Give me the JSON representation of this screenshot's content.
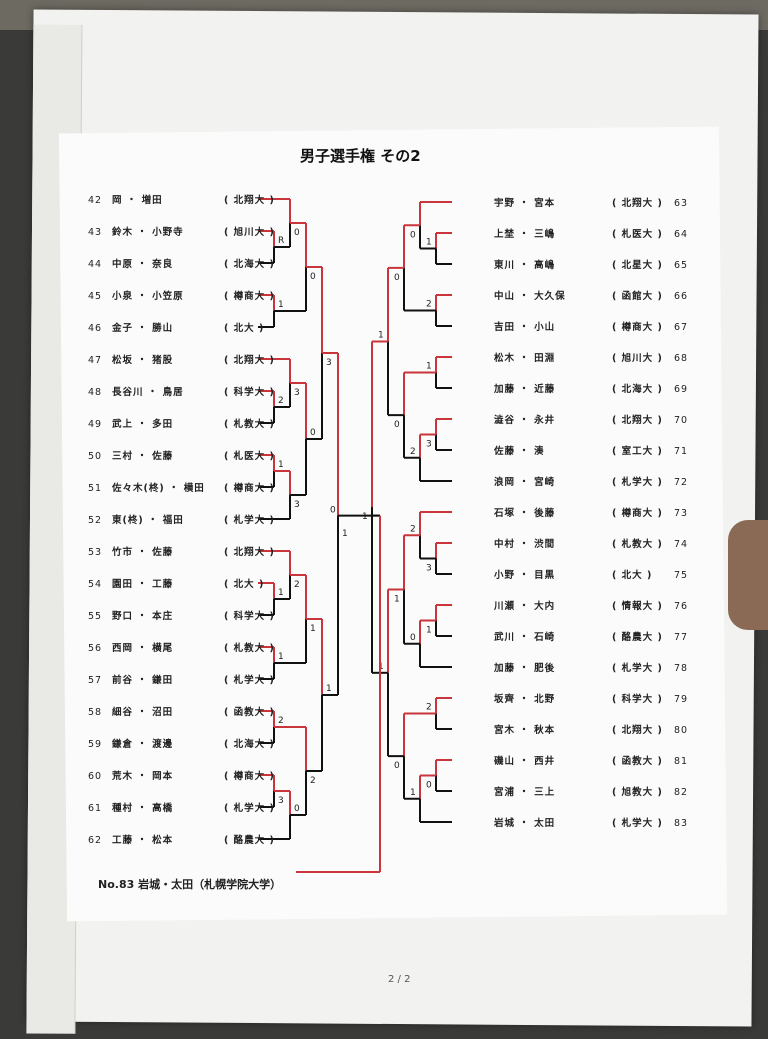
{
  "title": "男子選手権 その2",
  "left": {
    "entries": [
      {
        "no": "42",
        "pair": "岡 ・ 増田",
        "school": "( 北翔大 )"
      },
      {
        "no": "43",
        "pair": "鈴木 ・ 小野寺",
        "school": "( 旭川大 )"
      },
      {
        "no": "44",
        "pair": "中原 ・ 奈良",
        "school": "( 北海大 )"
      },
      {
        "no": "45",
        "pair": "小泉 ・ 小笠原",
        "school": "( 樽商大 )"
      },
      {
        "no": "46",
        "pair": "金子 ・ 勝山",
        "school": "( 北大 )"
      },
      {
        "no": "47",
        "pair": "松坂 ・ 猪股",
        "school": "( 北翔大 )"
      },
      {
        "no": "48",
        "pair": "長谷川 ・ 鳥居",
        "school": "( 科学大 )"
      },
      {
        "no": "49",
        "pair": "武上 ・ 多田",
        "school": "( 札教大 )"
      },
      {
        "no": "50",
        "pair": "三村 ・ 佐藤",
        "school": "( 札医大 )"
      },
      {
        "no": "51",
        "pair": "佐々木(柊) ・ 横田",
        "school": "( 樽商大 )"
      },
      {
        "no": "52",
        "pair": "東(柊) ・ 福田",
        "school": "( 札学大 )"
      },
      {
        "no": "53",
        "pair": "竹市 ・ 佐藤",
        "school": "( 北翔大 )"
      },
      {
        "no": "54",
        "pair": "園田 ・ 工藤",
        "school": "( 北大 )"
      },
      {
        "no": "55",
        "pair": "野口 ・ 本庄",
        "school": "( 科学大 )"
      },
      {
        "no": "56",
        "pair": "西岡 ・ 横尾",
        "school": "( 札教大 )"
      },
      {
        "no": "57",
        "pair": "前谷 ・ 鎌田",
        "school": "( 札学大 )"
      },
      {
        "no": "58",
        "pair": "細谷 ・ 沼田",
        "school": "( 函教大 )"
      },
      {
        "no": "59",
        "pair": "鎌倉 ・ 渡邊",
        "school": "( 北海大 )"
      },
      {
        "no": "60",
        "pair": "荒木 ・ 岡本",
        "school": "( 樽商大 )"
      },
      {
        "no": "61",
        "pair": "種村 ・ 高橋",
        "school": "( 札学大 )"
      },
      {
        "no": "62",
        "pair": "工藤 ・ 松本",
        "school": "( 酪農大 )"
      }
    ],
    "tree": [
      [
        [
          [
            0,
            [
              1,
              2
            ]
          ],
          [
            3,
            4
          ]
        ],
        [
          [
            5,
            [
              6,
              7
            ]
          ],
          [
            [
              8,
              9
            ],
            10
          ]
        ]
      ],
      [
        [
          [
            11,
            [
              12,
              13
            ]
          ],
          [
            14,
            15
          ]
        ],
        [
          [
            16,
            17
          ],
          [
            [
              18,
              19
            ],
            20
          ]
        ]
      ]
    ],
    "scores": [
      "R",
      "0",
      "1",
      "0",
      "2",
      "3",
      "1",
      "3",
      "0",
      "3",
      "1",
      "2",
      "1",
      "1",
      "2",
      "3",
      "0",
      "2",
      "1",
      "1"
    ]
  },
  "right": {
    "entries": [
      {
        "no": "63",
        "pair": "宇野 ・ 宮本",
        "school": "( 北翔大 )"
      },
      {
        "no": "64",
        "pair": "上埜 ・ 三嶋",
        "school": "( 札医大 )"
      },
      {
        "no": "65",
        "pair": "東川 ・ 高嶋",
        "school": "( 北星大 )"
      },
      {
        "no": "66",
        "pair": "中山 ・ 大久保",
        "school": "( 函館大 )"
      },
      {
        "no": "67",
        "pair": "吉田 ・ 小山",
        "school": "( 樽商大 )"
      },
      {
        "no": "68",
        "pair": "松木 ・ 田淵",
        "school": "( 旭川大 )"
      },
      {
        "no": "69",
        "pair": "加藤 ・ 近藤",
        "school": "( 北海大 )"
      },
      {
        "no": "70",
        "pair": "澁谷 ・ 永井",
        "school": "( 北翔大 )"
      },
      {
        "no": "71",
        "pair": "佐藤 ・ 湊",
        "school": "( 室工大 )"
      },
      {
        "no": "72",
        "pair": "浪岡 ・ 宮崎",
        "school": "( 札学大 )"
      },
      {
        "no": "73",
        "pair": "石塚 ・ 後藤",
        "school": "( 樽商大 )"
      },
      {
        "no": "74",
        "pair": "中村 ・ 渋間",
        "school": "( 札教大 )"
      },
      {
        "no": "75",
        "pair": "小野 ・ 目黒",
        "school": "( 北大 )"
      },
      {
        "no": "76",
        "pair": "川瀬 ・ 大内",
        "school": "( 情報大 )"
      },
      {
        "no": "77",
        "pair": "武川 ・ 石崎",
        "school": "( 酪農大 )"
      },
      {
        "no": "78",
        "pair": "加藤 ・ 肥後",
        "school": "( 札学大 )"
      },
      {
        "no": "79",
        "pair": "坂齊 ・ 北野",
        "school": "( 科学大 )"
      },
      {
        "no": "80",
        "pair": "宮木 ・ 秋本",
        "school": "( 北翔大 )"
      },
      {
        "no": "81",
        "pair": "磯山 ・ 西井",
        "school": "( 函教大 )"
      },
      {
        "no": "82",
        "pair": "宮浦 ・ 三上",
        "school": "( 旭教大 )"
      },
      {
        "no": "83",
        "pair": "岩城 ・ 太田",
        "school": "( 札学大 )"
      }
    ],
    "tree": [
      [
        [
          [
            0,
            [
              1,
              2
            ]
          ],
          [
            3,
            4
          ]
        ],
        [
          [
            5,
            6
          ],
          [
            [
              7,
              8
            ],
            9
          ]
        ]
      ],
      [
        [
          [
            10,
            [
              11,
              12
            ]
          ],
          [
            [
              13,
              14
            ],
            15
          ]
        ],
        [
          [
            16,
            17
          ],
          [
            [
              18,
              19
            ],
            20
          ]
        ]
      ]
    ],
    "scores": [
      "1",
      "0",
      "2",
      "0",
      "1",
      "3",
      "2",
      "0",
      "1",
      "3",
      "2",
      "1",
      "0",
      "1",
      "2",
      "0",
      "1",
      "0",
      "1",
      "1"
    ]
  },
  "final_score": "0",
  "footer": "No.83 岩城・太田（札幌学院大学）",
  "page_number": "2 / 2",
  "colors": {
    "red": "#c8353a",
    "black": "#111111"
  }
}
